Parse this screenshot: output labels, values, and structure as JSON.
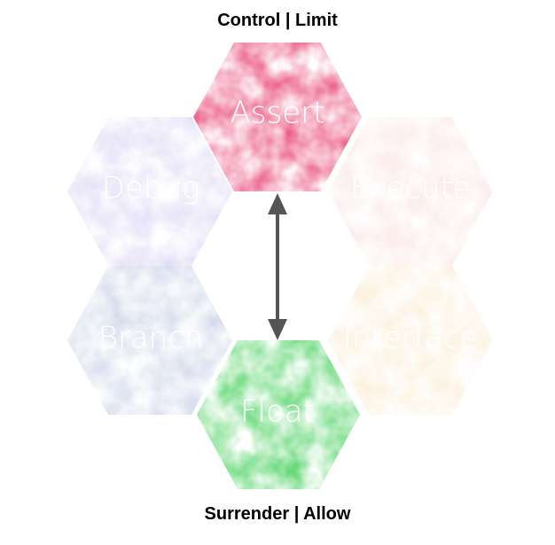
{
  "captions": {
    "top": "Control | Limit",
    "bottom": "Surrender | Allow"
  },
  "hexagons": [
    {
      "label": "Assert",
      "color": "#e8386e",
      "opacity": 0.95
    },
    {
      "label": "Execute",
      "color": "#f4c9c4",
      "opacity": 0.45
    },
    {
      "label": "Interface",
      "color": "#f7d9a6",
      "opacity": 0.45
    },
    {
      "label": "Float",
      "color": "#3fcf55",
      "opacity": 0.95
    },
    {
      "label": "Branch",
      "color": "#b9c4e0",
      "opacity": 0.7
    },
    {
      "label": "Debug",
      "color": "#c9c1f0",
      "opacity": 0.6
    }
  ],
  "arrow": {
    "color": "#555555",
    "direction": "bidirectional"
  }
}
